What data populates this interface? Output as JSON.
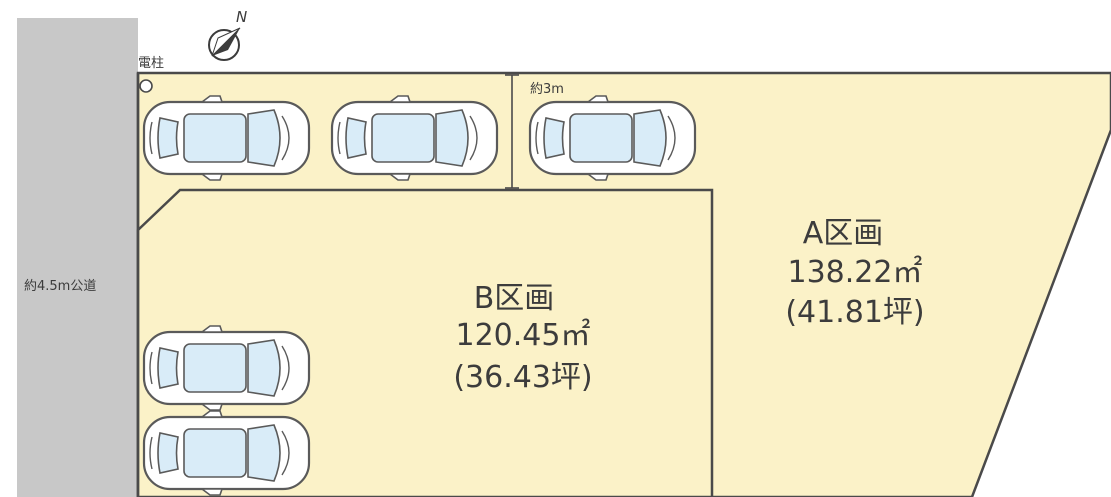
{
  "labels": {
    "utility_pole": "電柱",
    "road": "約4.5m公道",
    "dimension": "約3m",
    "north": "N"
  },
  "lots": [
    {
      "name": "A区画",
      "area_m2": "138.22㎡",
      "area_tsubo": "(41.81坪)"
    },
    {
      "name": "B区画",
      "area_m2": "120.45㎡",
      "area_tsubo": "(36.43坪)"
    }
  ],
  "colors": {
    "lot_fill": "#fbf2c8",
    "road_fill": "#c8c8c8",
    "line": "#4a4a4a",
    "car_body": "#ffffff",
    "car_glass": "#d9ecf8"
  },
  "icons": [
    "compass-icon",
    "car-icon"
  ]
}
